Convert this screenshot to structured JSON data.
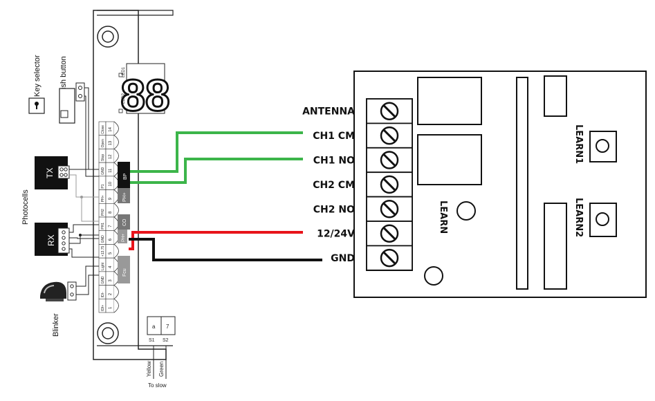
{
  "left_board": {
    "display_digits": "88",
    "led1_label": "LED1",
    "led2_label": "LED2",
    "key_selector_label": "Key selector",
    "push_button_label": "Push button",
    "photocells_label": "Photocells",
    "tx_label": "TX",
    "rx_label": "RX",
    "blinker_label": "Blinker",
    "terminals": [
      "1",
      "2",
      "3",
      "4",
      "5",
      "6",
      "7",
      "8",
      "9",
      "10",
      "11",
      "12",
      "13",
      "14"
    ],
    "terminal_labels": [
      "IDI+",
      "IDI-",
      "GND",
      "Light",
      "+13.75",
      "GND",
      "PH1",
      "PH2",
      "PH+",
      "P1",
      "GND",
      "Stop",
      "Open",
      "Close"
    ],
    "block_labels": {
      "bp": "BP",
      "ph_plus": "PH+",
      "co": "CO",
      "fcu": "Fcu",
      "ph_plus_2": "PH+"
    },
    "aux_terminals": [
      "a",
      "7"
    ],
    "aux_labels": [
      "S1",
      "S2"
    ],
    "wire_labels": [
      "Yellow",
      "Green"
    ],
    "to_slow_label": "To slow"
  },
  "receiver": {
    "terminal_labels": [
      "ANTENNA",
      "CH1 CM",
      "CH1 NO",
      "CH2 CM",
      "CH2 NO",
      "12/24V",
      "GND"
    ],
    "learn_label": "LEARN",
    "learn1_label": "LEARN1",
    "learn2_label": "LEARN2"
  },
  "colors": {
    "ch1_wire": "#3cb54a",
    "power_wire": "#e8141b",
    "ground_wire": "#111111"
  }
}
